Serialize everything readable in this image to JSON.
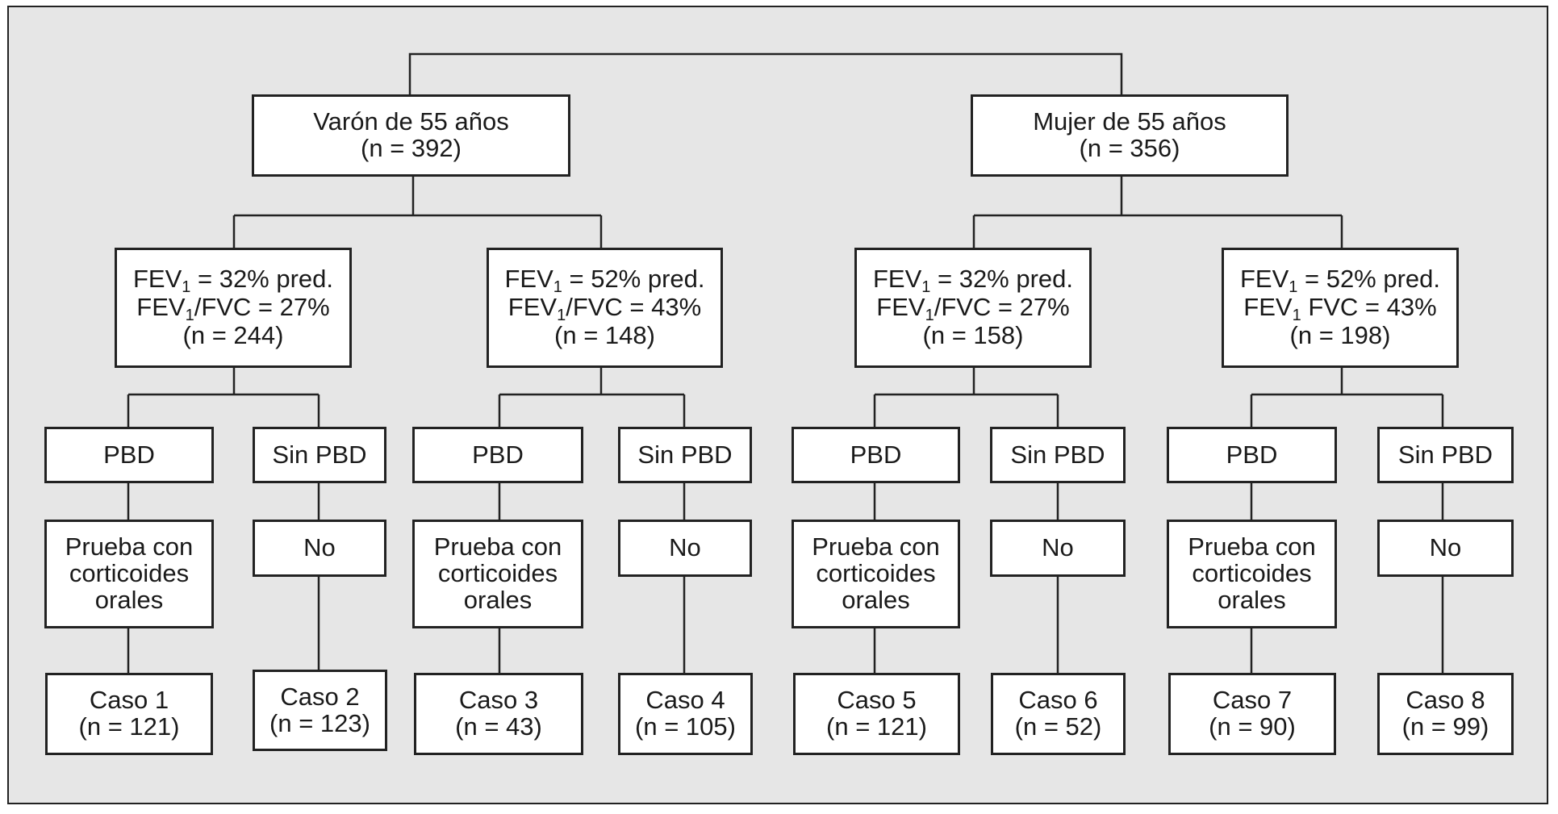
{
  "root": {
    "male": {
      "line1": "Varón de 55 años",
      "line2": "(n = 392)"
    },
    "female": {
      "line1": "Mujer de 55 años",
      "line2": "(n = 356)"
    }
  },
  "severity": [
    {
      "fev_pre": "FEV",
      "fev_sub": "1",
      "fev_post": " = 32% pred.",
      "ratio_pre": "FEV",
      "ratio_sub": "1",
      "ratio_post": "/FVC = 27%",
      "n": "(n = 244)"
    },
    {
      "fev_pre": "FEV",
      "fev_sub": "1",
      "fev_post": " = 52% pred.",
      "ratio_pre": "FEV",
      "ratio_sub": "1",
      "ratio_post": "/FVC = 43%",
      "n": "(n = 148)"
    },
    {
      "fev_pre": "FEV",
      "fev_sub": "1",
      "fev_post": " = 32% pred.",
      "ratio_pre": "FEV",
      "ratio_sub": "1",
      "ratio_post": "/FVC = 27%",
      "n": "(n = 158)"
    },
    {
      "fev_pre": "FEV",
      "fev_sub": "1",
      "fev_post": " = 52% pred.",
      "ratio_pre": "FEV",
      "ratio_sub": "1",
      "ratio_post": " FVC = 43%",
      "n": "(n = 198)"
    }
  ],
  "pbd": {
    "with": "PBD",
    "without": "Sin PBD"
  },
  "test": {
    "line1": "Prueba con",
    "line2": "corticoides",
    "line3": "orales",
    "no": "No"
  },
  "cases": [
    {
      "label": "Caso 1",
      "n": "(n = 121)"
    },
    {
      "label": "Caso 2",
      "n": "(n = 123)"
    },
    {
      "label": "Caso 3",
      "n": "(n = 43)"
    },
    {
      "label": "Caso 4",
      "n": "(n = 105)"
    },
    {
      "label": "Caso 5",
      "n": "(n = 121)"
    },
    {
      "label": "Caso 6",
      "n": "(n = 52)"
    },
    {
      "label": "Caso 7",
      "n": "(n = 90)"
    },
    {
      "label": "Caso 8",
      "n": "(n = 99)"
    }
  ]
}
